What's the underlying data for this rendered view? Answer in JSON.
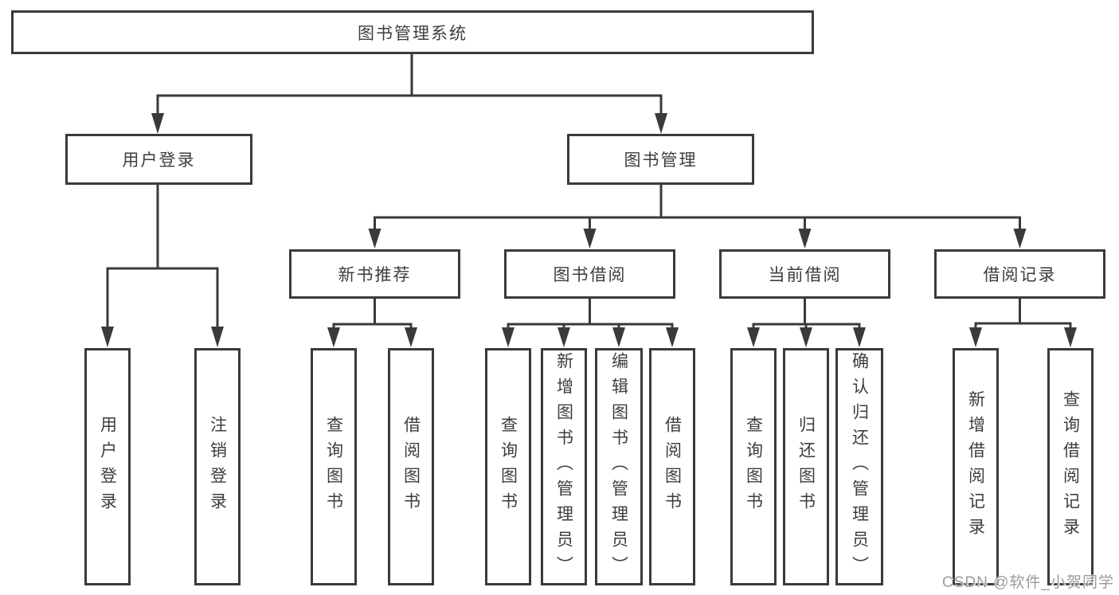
{
  "tree": {
    "root": {
      "label": "图书管理系统"
    },
    "branches": [
      {
        "label": "用户登录",
        "children": [
          {
            "label": "用户登录"
          },
          {
            "label": "注销登录"
          }
        ]
      },
      {
        "label": "图书管理",
        "children": [
          {
            "label": "新书推荐",
            "children": [
              {
                "label": "查询图书"
              },
              {
                "label": "借阅图书"
              }
            ]
          },
          {
            "label": "图书借阅",
            "children": [
              {
                "label": "查询图书"
              },
              {
                "label": "新增图书（管理员）"
              },
              {
                "label": "编辑图书（管理员）"
              },
              {
                "label": "借阅图书"
              }
            ]
          },
          {
            "label": "当前借阅",
            "children": [
              {
                "label": "查询图书"
              },
              {
                "label": "归还图书"
              },
              {
                "label": "确认归还（管理员）"
              }
            ]
          },
          {
            "label": "借阅记录",
            "children": [
              {
                "label": "新增借阅记录"
              },
              {
                "label": "查询借阅记录"
              }
            ]
          }
        ]
      }
    ]
  },
  "watermark": {
    "text": "CSDN @软件_小贺同学"
  },
  "colors": {
    "line": "#3a3a3a",
    "text": "#3d3d3d",
    "watermark": "#9b9b9b",
    "background": "#ffffff"
  }
}
